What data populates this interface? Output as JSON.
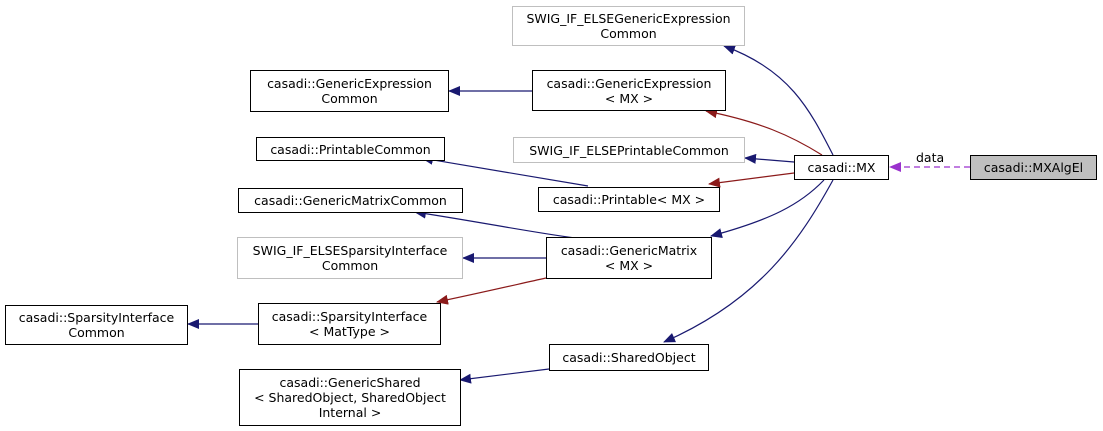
{
  "nodes": {
    "swig_gen_expr_common": [
      "SWIG_IF_ELSEGenericExpression",
      "Common"
    ],
    "gen_expr_common": [
      "casadi::GenericExpression",
      "Common"
    ],
    "gen_expr_mx": [
      "casadi::GenericExpression",
      "< MX >"
    ],
    "printable_common": [
      "casadi::PrintableCommon"
    ],
    "swig_printable_common": [
      "SWIG_IF_ELSEPrintableCommon"
    ],
    "mx": [
      "casadi::MX"
    ],
    "mx_alg_el": [
      "casadi::MXAlgEl"
    ],
    "gen_matrix_common": [
      "casadi::GenericMatrixCommon"
    ],
    "printable_mx": [
      "casadi::Printable< MX >"
    ],
    "swig_sparsity_common": [
      "SWIG_IF_ELSESparsityInterface",
      "Common"
    ],
    "gen_matrix_mx": [
      "casadi::GenericMatrix",
      "< MX >"
    ],
    "sparsity_common": [
      "casadi::SparsityInterface",
      "Common"
    ],
    "sparsity_mattype": [
      "casadi::SparsityInterface",
      "< MatType >"
    ],
    "shared_object": [
      "casadi::SharedObject"
    ],
    "generic_shared": [
      "casadi::GenericShared",
      "< SharedObject, SharedObject",
      "Internal >"
    ]
  },
  "edge_labels": {
    "data": "data"
  },
  "colors": {
    "inheritance": "#191970",
    "template": "#8b1a1a",
    "usage": "#9a32cd",
    "focus_fill": "#bfbfbf",
    "external_border": "#bfbfbf"
  }
}
